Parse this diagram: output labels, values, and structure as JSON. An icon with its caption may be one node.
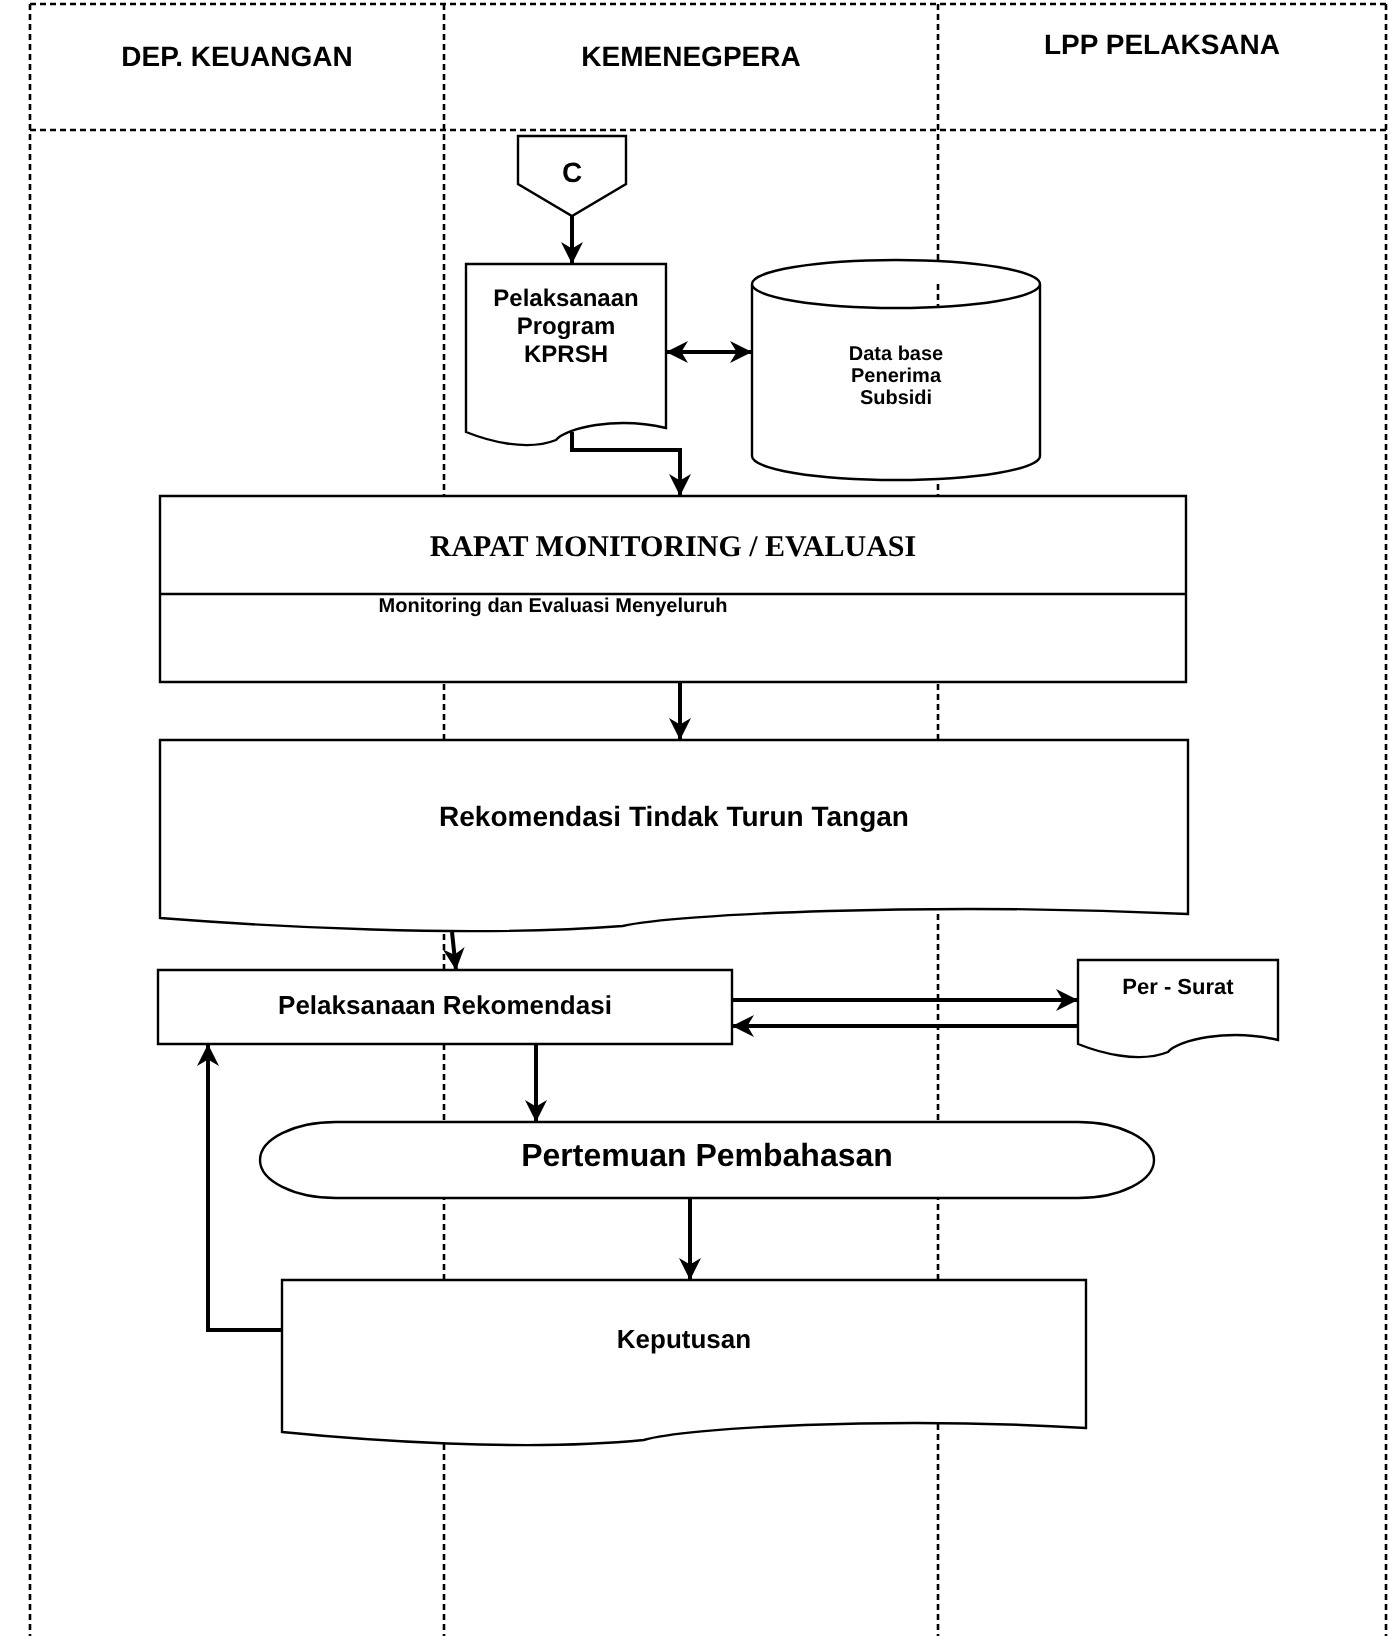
{
  "diagram": {
    "nodes": [
      {
        "text": [
          "DEP. KEUANGAN"
        ]
      },
      {
        "text": [
          "KEMENEGPERA"
        ]
      },
      {
        "text": [
          "LPP PELAKSANA"
        ]
      },
      {
        "text": [
          "C"
        ]
      },
      {
        "text": [
          "Pelaksanaan Program KPRSH"
        ]
      },
      {
        "text": [
          "Data base Penerima Subsidi"
        ]
      },
      {
        "text": [
          "RAPAT MONITORING / EVALUASI",
          "Monitoring dan Evaluasi Menyeluruh"
        ]
      },
      {
        "text": [
          "Rekomendasi Tindak Turun Tangan"
        ]
      },
      {
        "text": [
          "Pelaksanaan Rekomendasi"
        ]
      },
      {
        "text": [
          "Per - Surat"
        ]
      },
      {
        "text": [
          "Pertemuan Pembahasan"
        ]
      },
      {
        "text": [
          "Keputusan"
        ]
      }
    ],
    "edges": [
      {
        "from": 3,
        "to": 4,
        "arrow": "to"
      },
      {
        "from": 4,
        "to": 5,
        "arrow": "both"
      },
      {
        "from": 4,
        "to": 6,
        "arrow": "to"
      },
      {
        "from": 6,
        "to": 7,
        "arrow": "to"
      },
      {
        "from": 7,
        "to": 8,
        "arrow": "to"
      },
      {
        "from": 8,
        "to": 9,
        "arrow": "to"
      },
      {
        "from": 9,
        "to": 8,
        "arrow": "to"
      },
      {
        "from": 8,
        "to": 10,
        "arrow": "to"
      },
      {
        "from": 10,
        "to": 11,
        "arrow": "to"
      },
      {
        "from": 11,
        "to": 8,
        "arrow": "to"
      }
    ]
  }
}
